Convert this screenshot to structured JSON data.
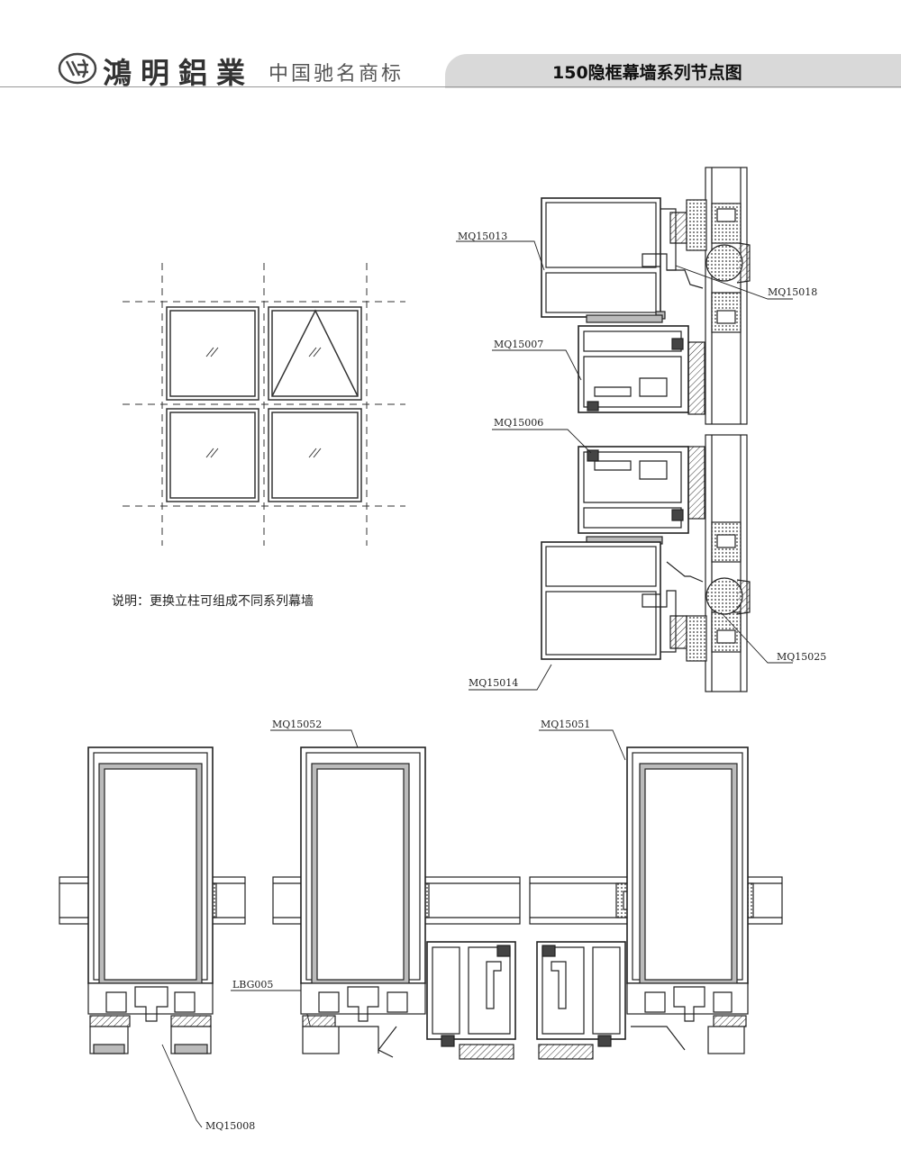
{
  "header": {
    "brand_name": "鴻明鋁業",
    "slogan": "中国驰名商标",
    "title": "150隐框幕墙系列节点图"
  },
  "note": "说明：更换立柱可组成不同系列幕墙",
  "labels": {
    "mq15013": "MQ15013",
    "mq15018": "MQ15018",
    "mq15007": "MQ15007",
    "mq15006": "MQ15006",
    "mq15025": "MQ15025",
    "mq15014": "MQ15014",
    "mq15052": "MQ15052",
    "mq15051": "MQ15051",
    "lbg005": "LBG005",
    "mq15008": "MQ15008"
  },
  "icons": {
    "logo": "brand-seal-icon",
    "glass": "glass-hatch-icon"
  }
}
